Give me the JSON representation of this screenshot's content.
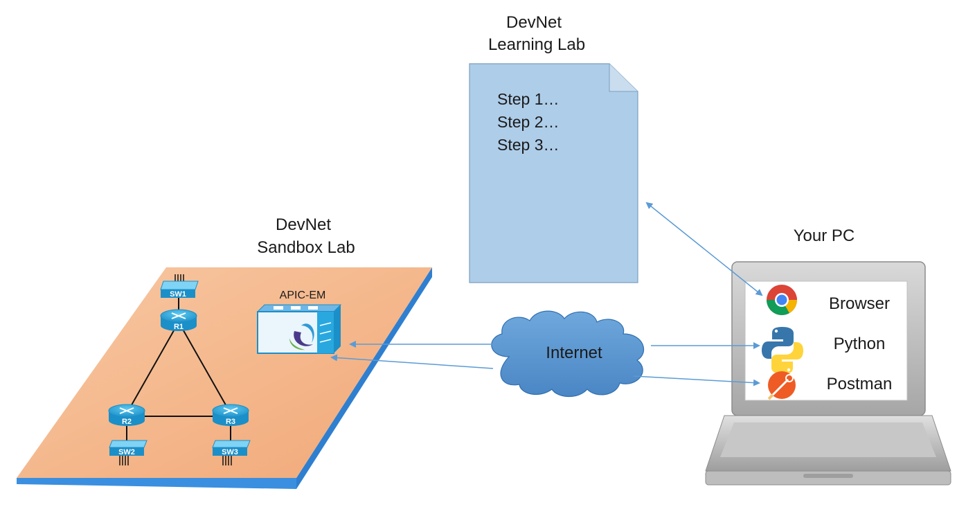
{
  "learning_lab": {
    "title_line1": "DevNet",
    "title_line2": "Learning Lab",
    "steps": [
      "Step 1…",
      "Step 2…",
      "Step 3…"
    ]
  },
  "sandbox": {
    "title_line1": "DevNet",
    "title_line2": "Sandbox Lab",
    "controller_label": "APIC-EM",
    "devices": {
      "sw1": "SW1",
      "r1": "R1",
      "r2": "R2",
      "r3": "R3",
      "sw2": "SW2",
      "sw3": "SW3"
    }
  },
  "cloud_label": "Internet",
  "pc": {
    "title": "Your PC",
    "apps": [
      {
        "name": "Browser",
        "icon": "chrome-icon"
      },
      {
        "name": "Python",
        "icon": "python-icon"
      },
      {
        "name": "Postman",
        "icon": "postman-icon"
      }
    ]
  },
  "colors": {
    "doc_fill": "#aecde9",
    "sandbox_fill": "#f4b183",
    "sandbox_edge": "#3a8fe0",
    "cloud_fill": "#5b9bd5",
    "arrow": "#5b9bd5",
    "device": "#29a8e0"
  }
}
